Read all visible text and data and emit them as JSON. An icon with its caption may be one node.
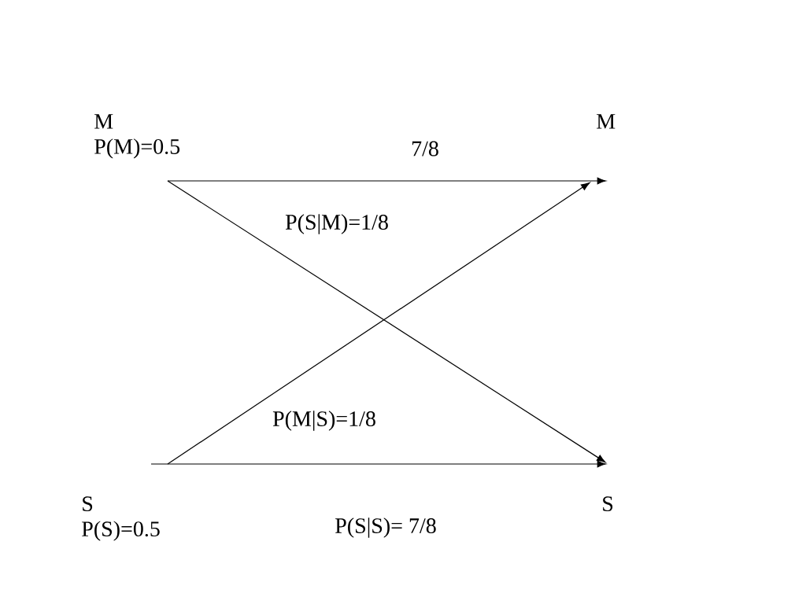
{
  "diagram": {
    "nodes": [
      {
        "text": [
          "M",
          "P(M)=0.5"
        ]
      },
      {
        "text": [
          "M"
        ]
      },
      {
        "text": [
          "S",
          "P(S)=0.5"
        ]
      },
      {
        "text": [
          "S"
        ]
      }
    ],
    "edges": [
      {
        "from": 0,
        "to": 1,
        "arrow": "to",
        "label": "7/8"
      },
      {
        "from": 0,
        "to": 3,
        "arrow": "to",
        "label": "P(S|M)=1/8"
      },
      {
        "from": 2,
        "to": 1,
        "arrow": "to",
        "label": "P(M|S)=1/8"
      },
      {
        "from": 2,
        "to": 3,
        "arrow": "to",
        "label": "P(S|S)= 7/8"
      }
    ]
  }
}
